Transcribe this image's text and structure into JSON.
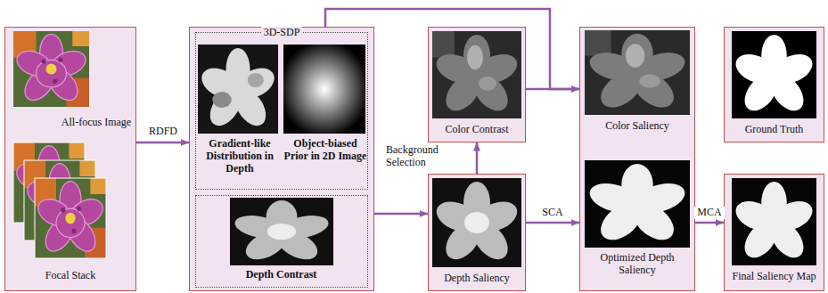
{
  "diagram": {
    "nodes": [
      {
        "text": [
          "All-focus Image",
          "Focal Stack"
        ]
      },
      {
        "text": [
          "3D-SDP"
        ]
      },
      {
        "text": [
          "Gradient-like Distribution in Depth",
          "Object-biased Prior in 2D Image"
        ],
        "in": 1
      },
      {
        "text": [
          "Depth Contrast"
        ],
        "in": 1
      },
      {
        "text": [
          "Color Contrast"
        ]
      },
      {
        "text": [
          "Depth Saliency"
        ]
      },
      {
        "text": [
          "Color Saliency",
          "Optimized Depth Saliency"
        ]
      },
      {
        "text": [
          "Ground Truth"
        ]
      },
      {
        "text": [
          "Final Saliency Map"
        ]
      }
    ],
    "edges": [
      {
        "from": 0,
        "to": 1,
        "label": "RDFD",
        "arrow": "to"
      },
      {
        "from": 1,
        "to": 5,
        "arrow": "to"
      },
      {
        "from": 1,
        "to": 6,
        "arrow": "to"
      },
      {
        "from": 5,
        "to": 4,
        "label": "Background Selection",
        "arrow": "to"
      },
      {
        "from": 4,
        "to": 6,
        "arrow": "to"
      },
      {
        "from": 5,
        "to": 6,
        "label": "SCA",
        "arrow": "to"
      },
      {
        "from": 6,
        "to": 8,
        "label": "MCA",
        "arrow": "to"
      }
    ]
  }
}
